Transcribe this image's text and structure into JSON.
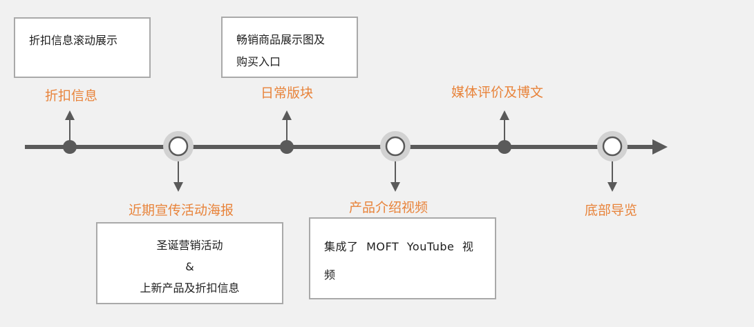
{
  "colors": {
    "background": "#f1f1f1",
    "timeline": "#5a5a5a",
    "accent_label": "#e8833a",
    "box_border": "#a9a9a9",
    "ring": "#d2d2d2"
  },
  "timeline": {
    "milestones": [
      {
        "label": "折扣信息",
        "box_text": [
          "折扣信息滚动展示"
        ],
        "marker": "dot",
        "direction": "up"
      },
      {
        "label": "近期宣传活动海报",
        "box_text": [
          "圣诞营销活动",
          "&",
          "上新产品及折扣信息"
        ],
        "marker": "ring",
        "direction": "down"
      },
      {
        "label": "日常版块",
        "box_text": [
          "畅销商品展示图及",
          "购买入口"
        ],
        "marker": "dot",
        "direction": "up"
      },
      {
        "label": "产品介绍视频",
        "box_text": [
          "集成了 MOFT YouTube 视",
          "频"
        ],
        "marker": "ring",
        "direction": "down"
      },
      {
        "label": "媒体评价及博文",
        "box_text": [],
        "marker": "dot",
        "direction": "up"
      },
      {
        "label": "底部导览",
        "box_text": [],
        "marker": "ring",
        "direction": "down"
      }
    ]
  }
}
